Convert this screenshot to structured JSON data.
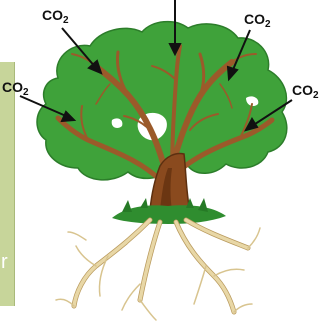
{
  "figure": {
    "side_fragment": "r",
    "labels": [
      {
        "id": "top-left",
        "main": "CO",
        "sub": "2"
      },
      {
        "id": "top-right",
        "main": "CO",
        "sub": "2"
      },
      {
        "id": "left",
        "main": "CO",
        "sub": "2"
      },
      {
        "id": "right",
        "main": "CO",
        "sub": "2"
      }
    ]
  },
  "colors": {
    "canopy": "#3fa23a",
    "canopy_edge": "#2c7d2a",
    "trunk": "#8a4a1e",
    "trunk_dark": "#5c2f10",
    "branch": "#9b5a2a",
    "grass": "#2f8d2f",
    "roots": "#e8d7a6",
    "roots_edge": "#b99a5d",
    "arrow": "#111111"
  }
}
